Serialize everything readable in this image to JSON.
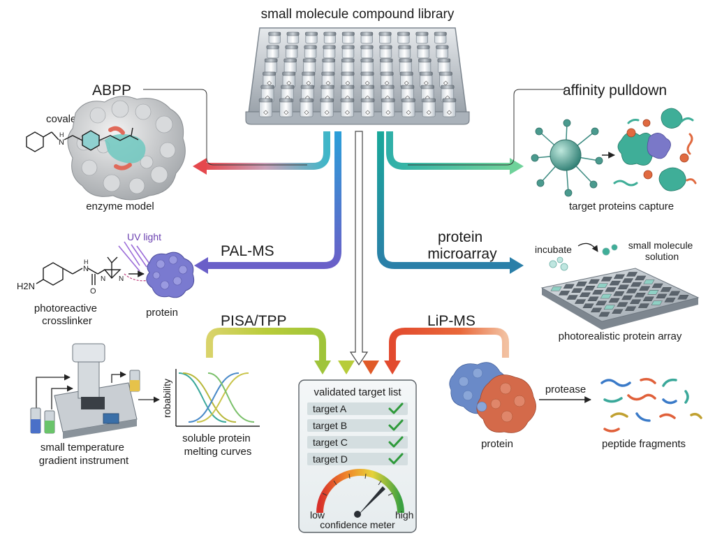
{
  "title": "small molecule compound library",
  "methods": {
    "abpp": {
      "title": "ABPP",
      "covalent_label": "covalent",
      "model_label": "enzyme model"
    },
    "affinity": {
      "title": "affinity pulldown",
      "caption": "target proteins capture"
    },
    "palms": {
      "title": "PAL-MS",
      "uv_label": "UV light",
      "amine_label": "H2N",
      "crosslinker_label": "photoreactive crosslinker",
      "protein_label": "protein"
    },
    "microarray": {
      "title": "protein microarray",
      "incubate_label": "incubate",
      "solution_label": "small molecule solution",
      "caption": "photorealistic protein array"
    },
    "pisa": {
      "title": "PISA/TPP",
      "ylabel": "robability",
      "curves_label": "soluble protein melting curves",
      "instrument_label": "small temperature gradient instrument"
    },
    "lipms": {
      "title": "LiP-MS",
      "protein_label": "protein",
      "protease_label": "protease",
      "fragments_label": "peptide fragments"
    }
  },
  "validated": {
    "title": "validated target list",
    "targets": [
      "target A",
      "target B",
      "target C",
      "target D"
    ],
    "meter_low": "low",
    "meter_high": "high",
    "meter_label": "confidence meter"
  },
  "colors": {
    "abpp": "#e0524f",
    "palms": "#6a5fc8",
    "affinity": "#4fbf9e",
    "microarray": "#2a8fa0",
    "pisa": "#b8cc3a",
    "lipms": "#e2603a",
    "check": "#2e9a3a"
  }
}
